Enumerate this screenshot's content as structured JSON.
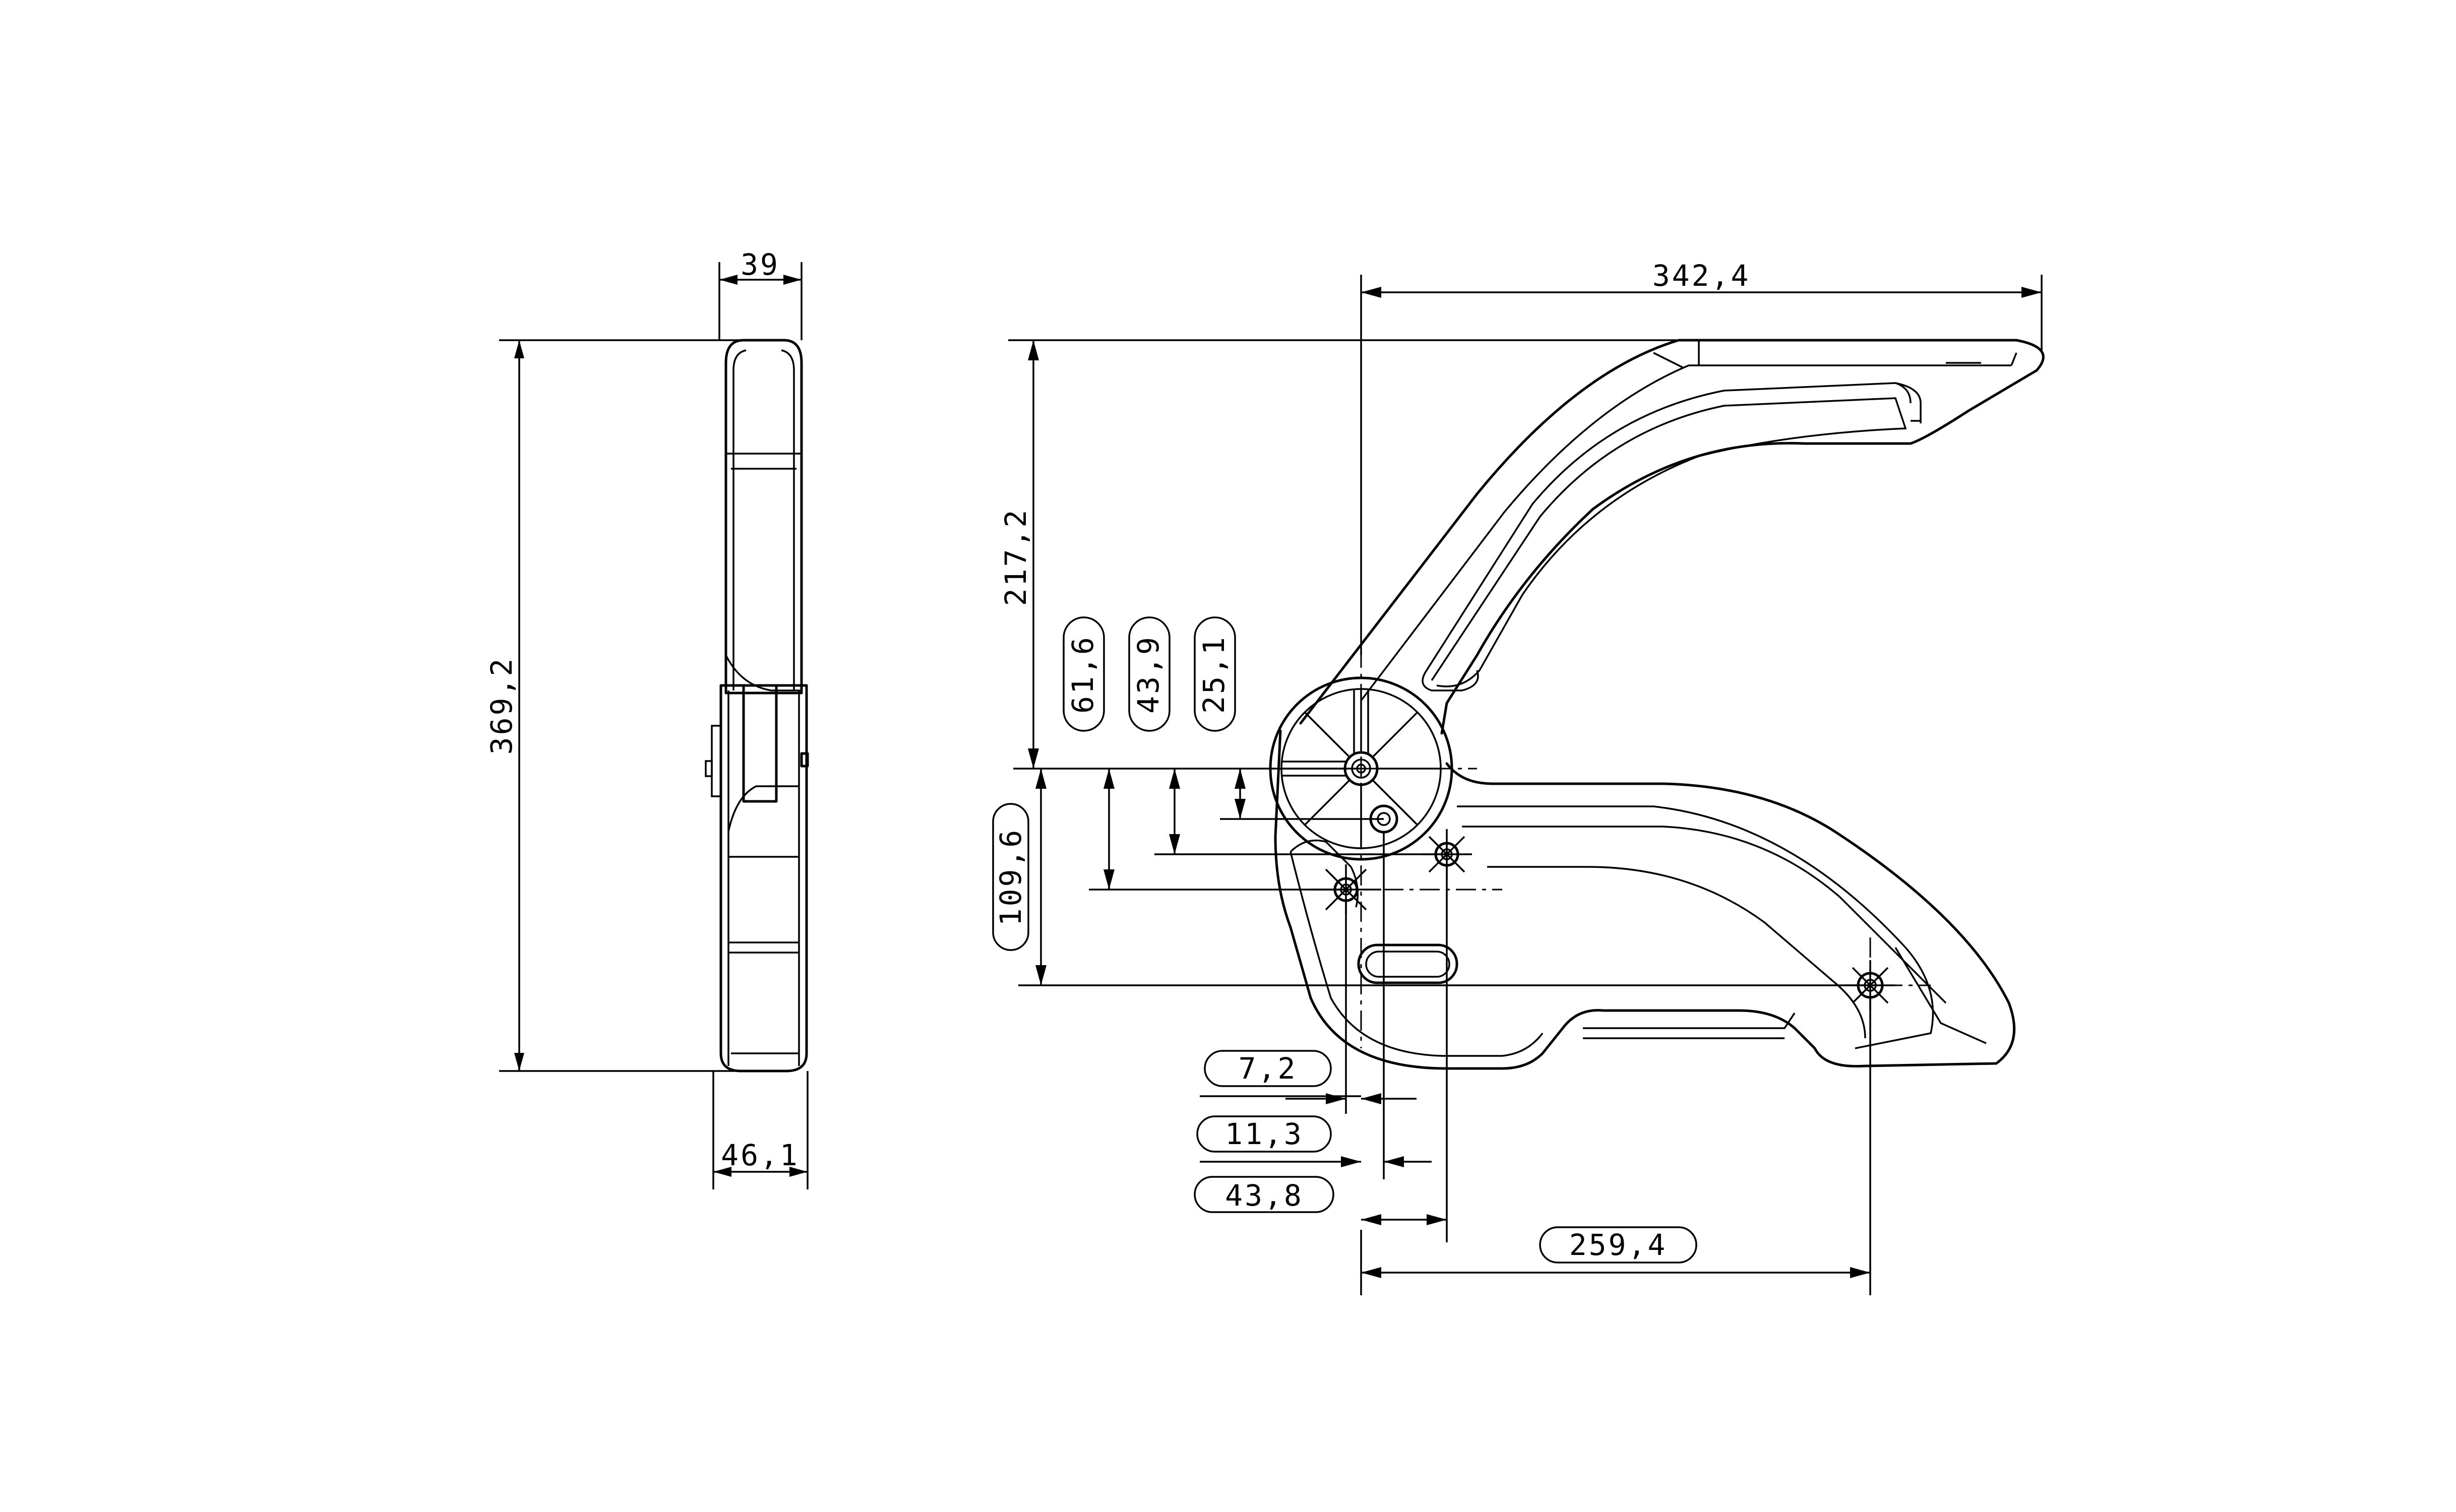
{
  "dimensions": {
    "side_width_top": "39",
    "side_height": "369,2",
    "side_width_bottom": "46,1",
    "front_width": "342,4",
    "front_height_upper": "217,2",
    "front_height_lower": "109,6",
    "pivot_offset_a": "61,6",
    "pivot_offset_b": "43,9",
    "pivot_offset_c": "25,1",
    "horiz_offset_a": "7,2",
    "horiz_offset_b": "11,3",
    "horiz_offset_c": "43,8",
    "horiz_span": "259,4"
  }
}
